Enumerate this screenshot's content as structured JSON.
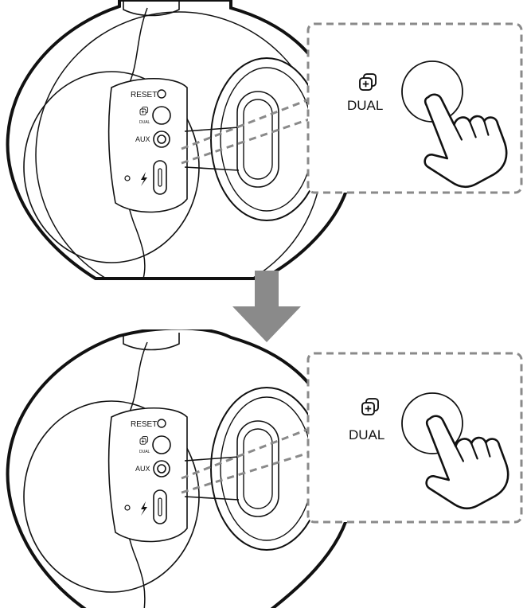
{
  "panels": [
    {
      "reset_label": "RESET",
      "dual_small_label": "DUAL",
      "aux_label": "AUX",
      "callout_dual_label": "DUAL"
    },
    {
      "reset_label": "RESET",
      "dual_small_label": "DUAL",
      "aux_label": "AUX",
      "callout_dual_label": "DUAL"
    }
  ],
  "colors": {
    "line": "#111111",
    "dashed": "#8a8a8a",
    "arrow": "#8a8a8a",
    "background": "#ffffff"
  },
  "icons": [
    "dual-icon",
    "charge-bolt-icon",
    "finger-press-icon",
    "down-arrow-icon",
    "led-indicator-icon"
  ]
}
